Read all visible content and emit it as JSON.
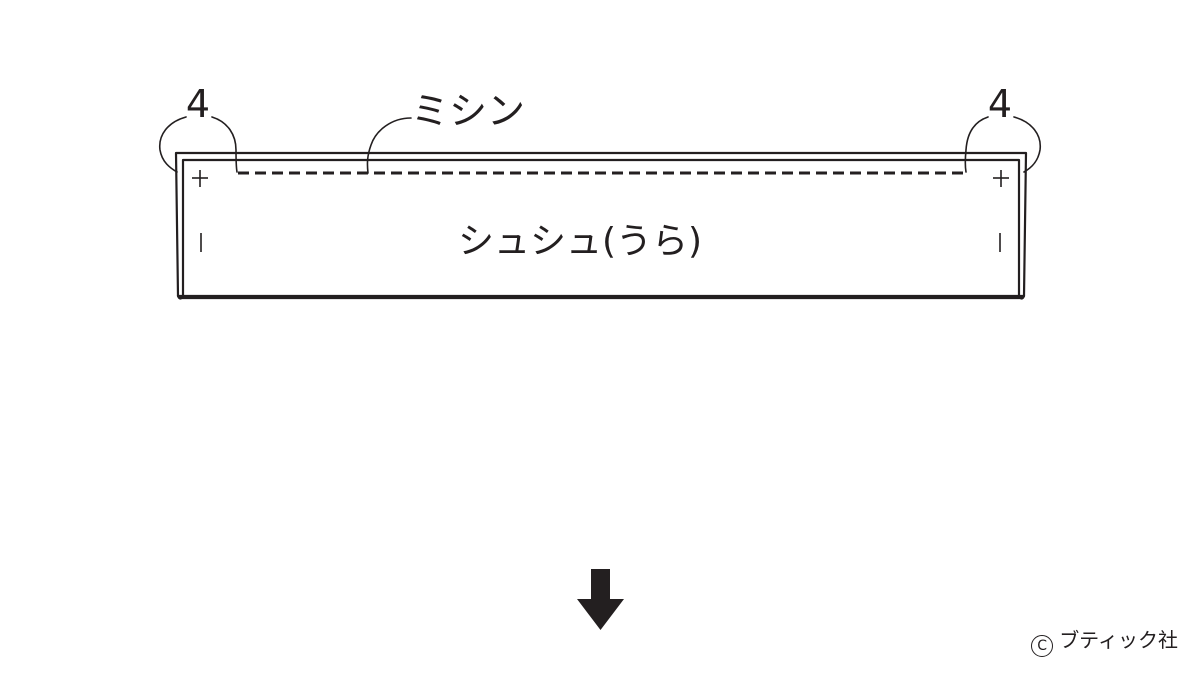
{
  "diagram": {
    "seam_allowance_left": "4",
    "seam_allowance_right": "4",
    "stitch_label": "ミシン",
    "fabric_label": "シュシュ(うら)"
  },
  "footer": {
    "credit": "ブティック社"
  }
}
